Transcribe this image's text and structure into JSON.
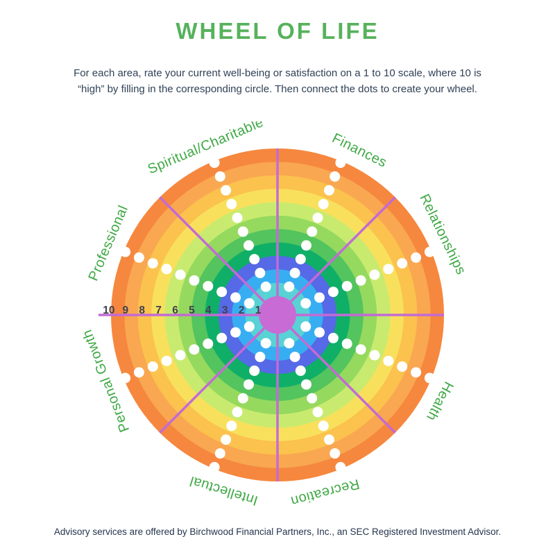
{
  "header": {
    "title": "WHEEL OF LIFE",
    "instructions": "For each area, rate your current well-being or satisfaction on a 1 to 10 scale, where 10 is “high” by filling in the corresponding circle. Then connect the dots to create your wheel."
  },
  "footer": {
    "disclaimer": "Advisory services are offered by Birchwood Financial Partners, Inc., an SEC Registered Investment Advisor."
  },
  "theme": {
    "title_green": "#56B25C",
    "label_green": "#3FA845",
    "text_dark": "#2F4156",
    "footer_dark": "#24344D"
  },
  "chart_data": {
    "type": "radial-wheel",
    "title": "WHEEL OF LIFE",
    "categories": [
      {
        "label": "Spiritual/Charitable",
        "dot_angle_deg": 112.5,
        "label_angle_deg": 113
      },
      {
        "label": "Finances",
        "dot_angle_deg": 67.5,
        "label_angle_deg": 63.5
      },
      {
        "label": "Relationships",
        "dot_angle_deg": 22.5,
        "label_angle_deg": 26
      },
      {
        "label": "Health",
        "dot_angle_deg": -22.5,
        "label_angle_deg": -28
      },
      {
        "label": "Recreation",
        "dot_angle_deg": -67.5,
        "label_angle_deg": -75
      },
      {
        "label": "Intellectual",
        "dot_angle_deg": -112.5,
        "label_angle_deg": -107
      },
      {
        "label": "Personal Growth",
        "dot_angle_deg": -157.5,
        "label_angle_deg": -159
      },
      {
        "label": "Professional",
        "dot_angle_deg": 157.5,
        "label_angle_deg": 157
      }
    ],
    "scale": {
      "min": 1,
      "max": 10,
      "numbers": [
        10,
        9,
        8,
        7,
        6,
        5,
        4,
        3,
        2,
        1
      ]
    },
    "dots_per_spoke": 10,
    "dots_filled": [],
    "ring_colors_inner_to_outer": [
      "#58D2D5",
      "#38AEF2",
      "#5669E6",
      "#0FAF68",
      "#53C45E",
      "#96D95F",
      "#C8EB6F",
      "#F8E05C",
      "#FBC24E",
      "#F9A751",
      "#F6873E"
    ],
    "hub_color": "#C96BD4",
    "spoke_color": "#C36BD4",
    "dot_color": "#FFFFFF",
    "label_color": "#3FA845",
    "number_color": "#41414F",
    "legend_position": "around-rim",
    "grid": "concentric-rings"
  }
}
